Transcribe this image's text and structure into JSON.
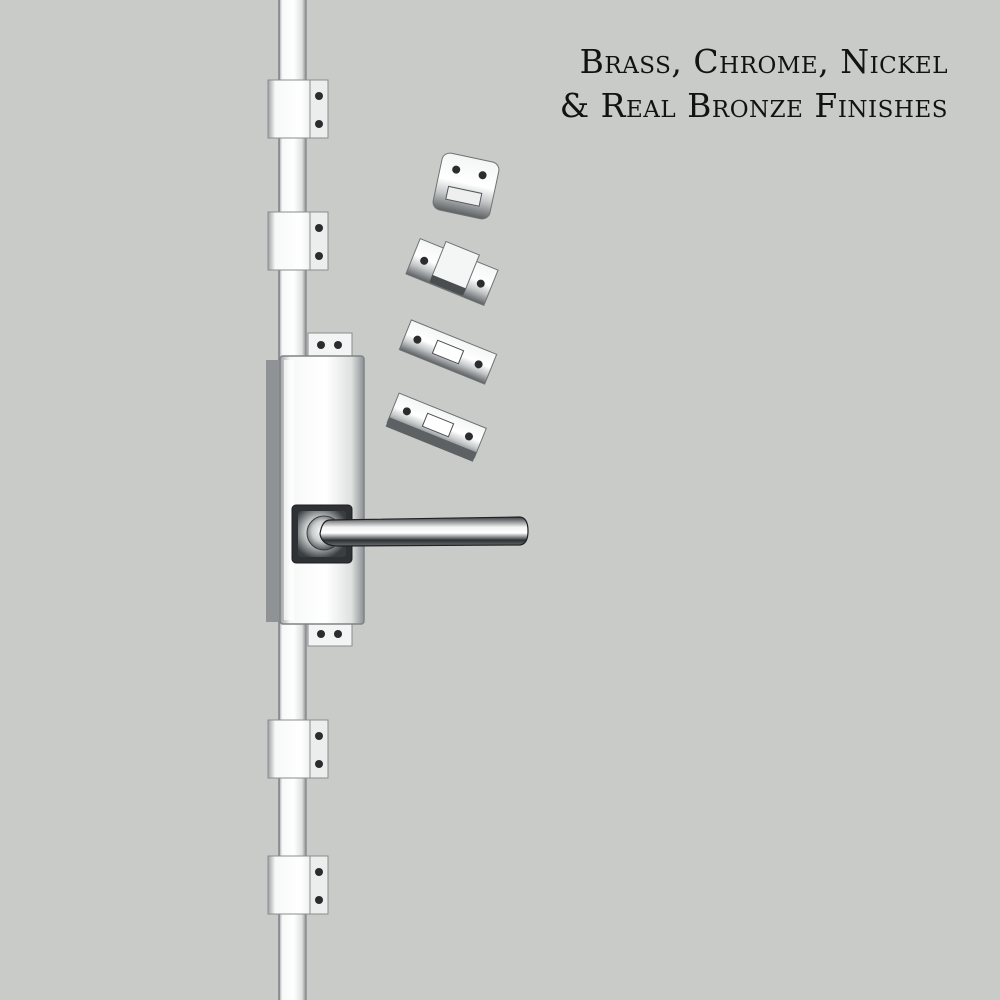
{
  "caption": {
    "line1": "Brass, Chrome, Nickel",
    "line2": "& Real Bronze Finishes"
  },
  "colors": {
    "background": "#c9cbc8",
    "chrome_light": "#f6f7f6",
    "chrome_dark": "#2a2c2e",
    "text": "#121212"
  },
  "icons": [
    "espagnolette-rod",
    "rod-guide",
    "gearbox",
    "lever-handle",
    "strike-plate"
  ]
}
